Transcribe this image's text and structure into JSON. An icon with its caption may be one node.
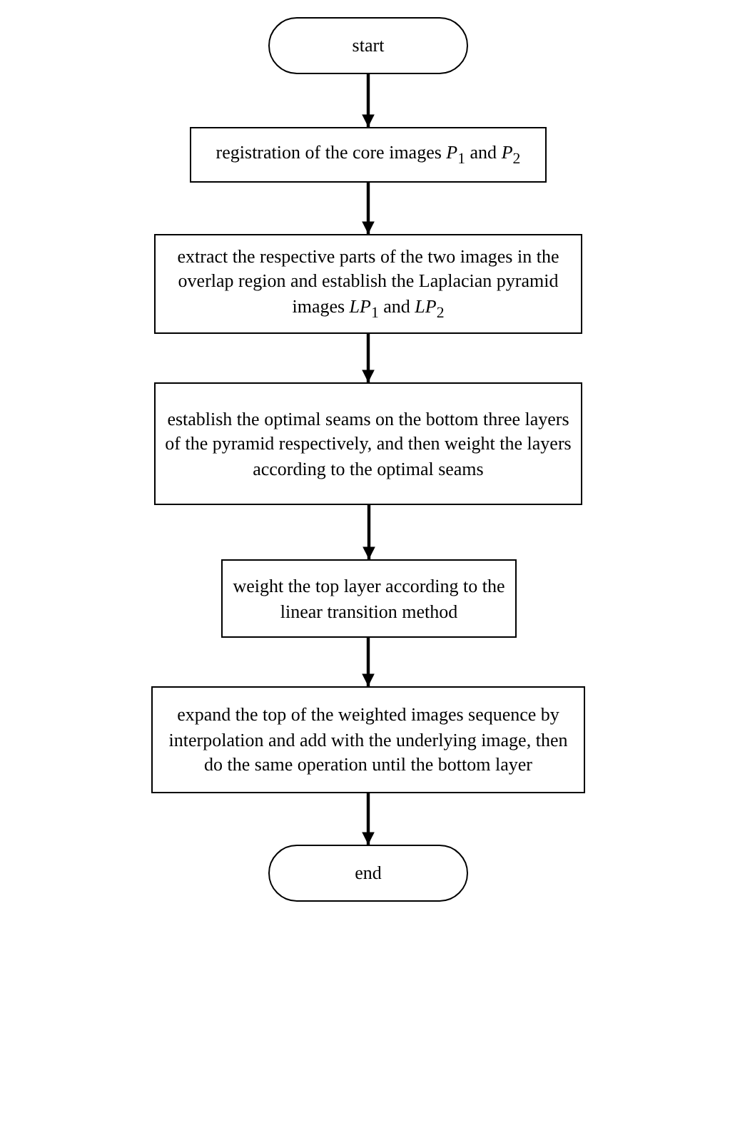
{
  "diagram": {
    "nodes": [
      {
        "text": [
          "start"
        ]
      },
      {
        "text": [
          "registration of the core images *P*$_{1}$ and *P*$_{2}$"
        ]
      },
      {
        "text": [
          "extract the respective parts of the two images in the overlap region and establish the Laplacian pyramid images *LP*$_{1}$ and *LP*$_{2}$"
        ]
      },
      {
        "text": [
          "establish the optimal seams on the bottom three layers of the pyramid respectively, and then weight the layers according to the optimal seams"
        ]
      },
      {
        "text": [
          "weight the top layer according to the linear transition method"
        ]
      },
      {
        "text": [
          "expand the top of the weighted images sequence by interpolation and add with the underlying image, then do the same operation until the bottom layer"
        ]
      },
      {
        "text": [
          "end"
        ]
      }
    ],
    "edges": [
      {
        "from": 0,
        "to": 1,
        "arrow": "to"
      },
      {
        "from": 1,
        "to": 2,
        "arrow": "to"
      },
      {
        "from": 2,
        "to": 3,
        "arrow": "to"
      },
      {
        "from": 3,
        "to": 4,
        "arrow": "to"
      },
      {
        "from": 4,
        "to": 5,
        "arrow": "to"
      },
      {
        "from": 5,
        "to": 6,
        "arrow": "to"
      }
    ]
  }
}
